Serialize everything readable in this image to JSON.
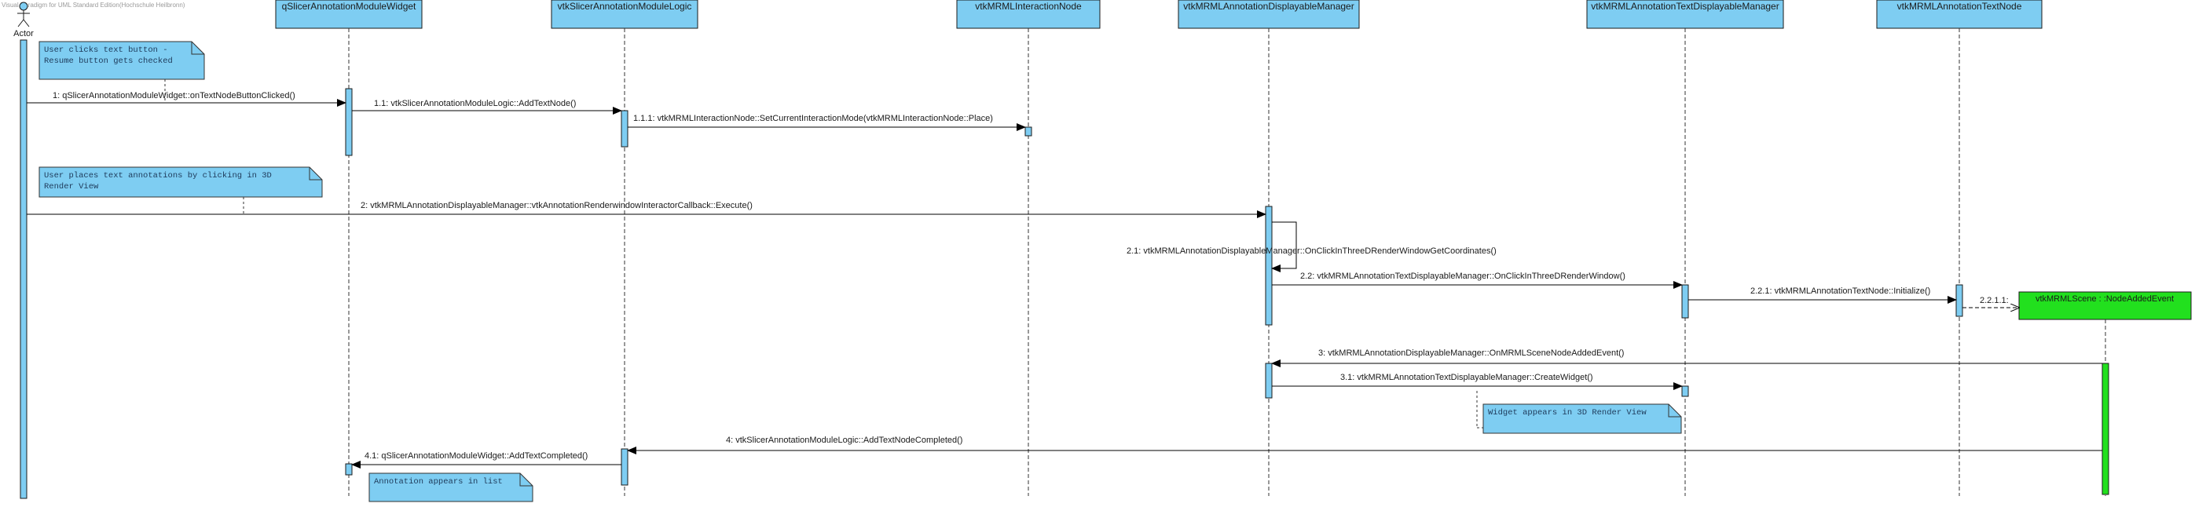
{
  "watermark": "Visual Paradigm for UML Standard Edition(Hochschule Heilbronn)",
  "colors": {
    "lifeline": "#7ecdf2",
    "activation": "#7ecdf2",
    "scene": "#22e01e",
    "note": "#7ecdf2"
  },
  "actor": {
    "label": "Actor",
    "icon": "stick-figure-icon"
  },
  "lifelines": [
    {
      "id": "widget",
      "label": "qSlicerAnnotationModuleWidget"
    },
    {
      "id": "logic",
      "label": "vtkSlicerAnnotationModuleLogic"
    },
    {
      "id": "inode",
      "label": "vtkMRMLInteractionNode"
    },
    {
      "id": "dm",
      "label": "vtkMRMLAnnotationDisplayableManager"
    },
    {
      "id": "tdm",
      "label": "vtkMRMLAnnotationTextDisplayableManager"
    },
    {
      "id": "tnode",
      "label": "vtkMRMLAnnotationTextNode"
    }
  ],
  "scene_object": {
    "label": "vtkMRMLScene : :NodeAddedEvent"
  },
  "messages": [
    {
      "label": "1: qSlicerAnnotationModuleWidget::onTextNodeButtonClicked()"
    },
    {
      "label": "1.1: vtkSlicerAnnotationModuleLogic::AddTextNode()"
    },
    {
      "label": "1.1.1: vtkMRMLInteractionNode::SetCurrentInteractionMode(vtkMRMLInteractionNode::Place)"
    },
    {
      "label": "2: vtkMRMLAnnotationDisplayableManager::vtkAnnotationRenderwindowInteractorCallback::Execute()"
    },
    {
      "label": "2.1: vtkMRMLAnnotationDisplayableManager::OnClickInThreeDRenderWindowGetCoordinates()"
    },
    {
      "label": "2.2: vtkMRMLAnnotationTextDisplayableManager::OnClickInThreeDRenderWindow()"
    },
    {
      "label": "2.2.1: vtkMRMLAnnotationTextNode::Initialize()"
    },
    {
      "label": "2.2.1.1:"
    },
    {
      "label": "3: vtkMRMLAnnotationDisplayableManager::OnMRMLSceneNodeAddedEvent()"
    },
    {
      "label": "3.1: vtkMRMLAnnotationTextDisplayableManager::CreateWidget()"
    },
    {
      "label": "4: vtkSlicerAnnotationModuleLogic::AddTextNodeCompleted()"
    },
    {
      "label": "4.1: qSlicerAnnotationModuleWidget::AddTextCompleted()"
    }
  ],
  "notes": [
    {
      "lines": [
        "User clicks text button -",
        "Resume button gets checked"
      ]
    },
    {
      "lines": [
        "User places text annotations by clicking in 3D",
        "Render View"
      ]
    },
    {
      "lines": [
        "Widget appears in 3D Render View"
      ]
    },
    {
      "lines": [
        "Annotation appears in list"
      ]
    }
  ]
}
